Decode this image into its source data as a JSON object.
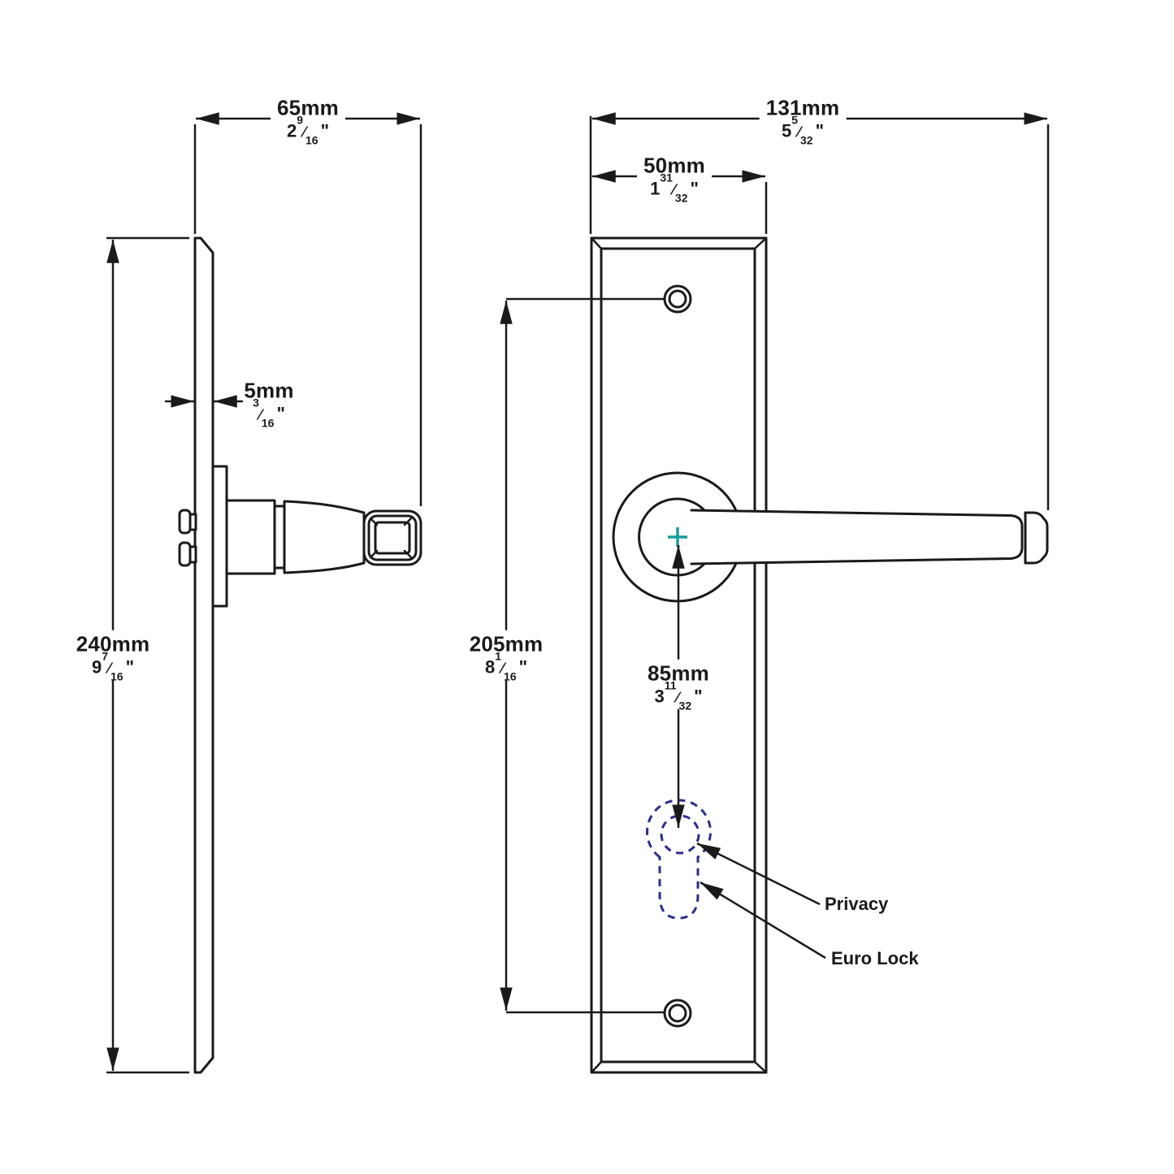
{
  "drawing": {
    "type": "technical-dimension-drawing",
    "subject": "lever-door-handle-on-backplate",
    "views": [
      "side-profile",
      "front-elevation"
    ]
  },
  "colors": {
    "line": "#1a1a1a",
    "dashed_option": "#2b2e8c",
    "centre_marker": "#1a9ba1",
    "background": "#ffffff"
  },
  "symbols": {
    "fraction_slash": "⁄",
    "inch_mark": "\""
  },
  "dimensions": {
    "side_depth": {
      "mm": "65mm",
      "whole": "2",
      "num": "9",
      "den": "16"
    },
    "overall_width": {
      "mm": "131mm",
      "whole": "5",
      "num": "5",
      "den": "32"
    },
    "plate_width": {
      "mm": "50mm",
      "whole": "1",
      "num": "31",
      "den": "32"
    },
    "plate_thickness": {
      "mm": "5mm",
      "whole": "",
      "num": "3",
      "den": "16"
    },
    "plate_height": {
      "mm": "240mm",
      "whole": "9",
      "num": "7",
      "den": "16"
    },
    "fixing_centres": {
      "mm": "205mm",
      "whole": "8",
      "num": "1",
      "den": "16"
    },
    "lock_centre": {
      "mm": "85mm",
      "whole": "3",
      "num": "11",
      "den": "32"
    }
  },
  "annotations": {
    "privacy": "Privacy",
    "euro_lock": "Euro Lock"
  }
}
